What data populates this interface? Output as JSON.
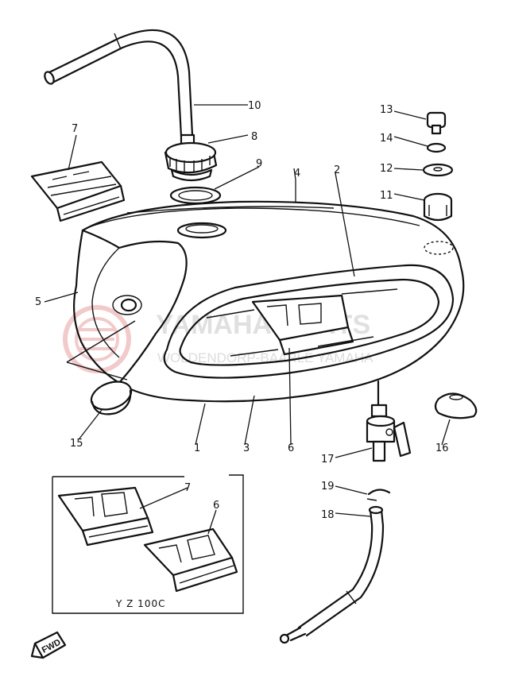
{
  "watermark": {
    "line1": "YAMAHA-PARTS",
    "line2": "WOLDENDORP-BAARLE YAMAHA",
    "logo_color": "#e8a0a0"
  },
  "callouts": [
    "1",
    "2",
    "3",
    "4",
    "5",
    "6",
    "7",
    "8",
    "9",
    "10",
    "11",
    "12",
    "13",
    "14",
    "15",
    "16",
    "17",
    "18",
    "19"
  ],
  "inset": {
    "label": "Y Z 100C"
  },
  "forward_badge": {
    "label": "FWD"
  }
}
